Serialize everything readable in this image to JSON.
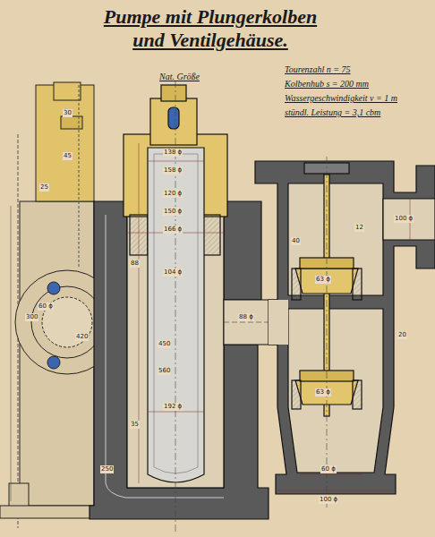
{
  "diagram": {
    "title": "Pumpe mit Plungerkolben und Ventilgehäuse.",
    "labels": [
      "Nat. Größe",
      "Tourenzahl n = 75",
      "Kolbenhub s = 200 mm",
      "Wassergeschwindigkeit v = 1 m",
      "stündl. Leistung = 3,1 cbm",
      "138 ϕ",
      "158 ϕ",
      "120 ϕ",
      "150 ϕ",
      "166 ϕ",
      "104 ϕ",
      "88",
      "450",
      "560",
      "192 ϕ",
      "35",
      "25",
      "60 ϕ",
      "420",
      "300",
      "60 ϕ",
      "100 ϕ",
      "88 ϕ",
      "63 ϕ",
      "63 ϕ",
      "12",
      "40",
      "20",
      "100 ϕ",
      "250",
      "30",
      "45"
    ]
  }
}
